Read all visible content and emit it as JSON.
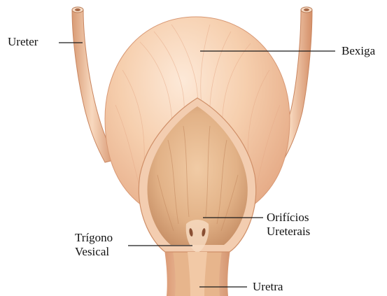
{
  "labels": {
    "ureter": "Ureter",
    "bexiga": "Bexiga",
    "orificios_line1": "Orifícios",
    "orificios_line2": "Ureterais",
    "trigono_line1": "Trígono",
    "trigono_line2": "Vesical",
    "uretra": "Uretra"
  },
  "colors": {
    "organ_outer": "#f3c7a4",
    "organ_highlight": "#fbe3cf",
    "organ_shadow": "#d99a74",
    "interior": "#e6b98e",
    "interior_dark": "#c9946a",
    "leader_line": "#1a1a1a"
  }
}
